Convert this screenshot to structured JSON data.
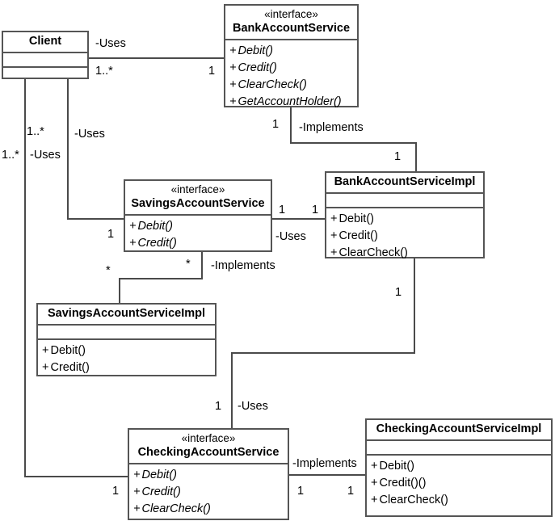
{
  "diagram": {
    "title": "Bank Account Service UML Class Diagram",
    "type": "uml-class-diagram",
    "stereotype_interface": "«interface»",
    "colors": {
      "background": "#ffffff",
      "box_border": "#555555",
      "connector": "#4a4a4a",
      "text": "#000000"
    }
  },
  "classes": {
    "client": {
      "name": "Client",
      "stereotype": "",
      "attributes": [],
      "operations": []
    },
    "bank_account_service": {
      "name": "BankAccountService",
      "stereotype": "«interface»",
      "operations": [
        {
          "vis": "+",
          "sig": "Debit()"
        },
        {
          "vis": "+",
          "sig": "Credit()"
        },
        {
          "vis": "+",
          "sig": "ClearCheck()"
        },
        {
          "vis": "+",
          "sig": "GetAccountHolder()"
        }
      ]
    },
    "savings_account_service": {
      "name": "SavingsAccountService",
      "stereotype": "«interface»",
      "operations": [
        {
          "vis": "+",
          "sig": "Debit()"
        },
        {
          "vis": "+",
          "sig": "Credit()"
        }
      ]
    },
    "bank_account_service_impl": {
      "name": "BankAccountServiceImpl",
      "stereotype": "",
      "attributes": [],
      "operations": [
        {
          "vis": "+",
          "sig": "Debit()"
        },
        {
          "vis": "+",
          "sig": "Credit()"
        },
        {
          "vis": "+",
          "sig": "ClearCheck()"
        }
      ]
    },
    "savings_account_service_impl": {
      "name": "SavingsAccountServiceImpl",
      "stereotype": "",
      "attributes": [],
      "operations": [
        {
          "vis": "+",
          "sig": "Debit()"
        },
        {
          "vis": "+",
          "sig": "Credit()"
        }
      ]
    },
    "checking_account_service": {
      "name": "CheckingAccountService",
      "stereotype": "«interface»",
      "operations": [
        {
          "vis": "+",
          "sig": "Debit()"
        },
        {
          "vis": "+",
          "sig": "Credit()"
        },
        {
          "vis": "+",
          "sig": "ClearCheck()"
        }
      ]
    },
    "checking_account_service_impl": {
      "name": "CheckingAccountServiceImpl",
      "stereotype": "",
      "attributes": [],
      "operations": [
        {
          "vis": "+",
          "sig": "Debit()"
        },
        {
          "vis": "+",
          "sig": "Credit()()"
        },
        {
          "vis": "+",
          "sig": "ClearCheck()"
        }
      ]
    }
  },
  "relationships": [
    {
      "id": "client-uses-bankaccountservice",
      "label": "-Uses",
      "from": "Client",
      "to": "BankAccountService",
      "from_multiplicity": "1..*",
      "to_multiplicity": "1"
    },
    {
      "id": "bankaccountservice-implements-impl",
      "label": "-Implements",
      "from": "BankAccountService",
      "to": "BankAccountServiceImpl",
      "from_multiplicity": "1",
      "to_multiplicity": "1"
    },
    {
      "id": "client-uses-savingsaccountservice",
      "label": "-Uses",
      "from": "Client",
      "to": "SavingsAccountService",
      "from_multiplicity": "1..*",
      "to_multiplicity": "1"
    },
    {
      "id": "client-uses-checkingaccountservice",
      "label": "-Uses",
      "from": "Client",
      "to": "CheckingAccountService",
      "from_multiplicity": "1..*",
      "to_multiplicity": "1"
    },
    {
      "id": "savings-uses-bankaccountserviceimpl",
      "label": "-Uses",
      "from": "SavingsAccountService",
      "to": "BankAccountServiceImpl",
      "from_multiplicity": "1",
      "to_multiplicity": "1"
    },
    {
      "id": "savings-implements-savingsimpl",
      "label": "-Implements",
      "from": "SavingsAccountService",
      "to": "SavingsAccountServiceImpl",
      "from_multiplicity": "*",
      "to_multiplicity": "*"
    },
    {
      "id": "bankaccountserviceimpl-uses-checkingaccountservice",
      "label": "-Uses",
      "from": "BankAccountServiceImpl",
      "to": "CheckingAccountService",
      "from_multiplicity": "1",
      "to_multiplicity": "1"
    },
    {
      "id": "checking-implements-checkingimpl",
      "label": "-Implements",
      "from": "CheckingAccountService",
      "to": "CheckingAccountServiceImpl",
      "from_multiplicity": "1",
      "to_multiplicity": "1"
    }
  ],
  "edge_labels": {
    "uses_client_bank": "-Uses",
    "mult_client_bank_src": "1..*",
    "mult_client_bank_dst": "1",
    "implements_bank": "-Implements",
    "mult_bank_impl_src": "1",
    "mult_bank_impl_dst": "1",
    "uses_client_savings": "-Uses",
    "mult_client_savings_src": "1..*",
    "mult_client_savings_dst": "1",
    "uses_client_checking": "-Uses",
    "mult_client_checking_src": "1..*",
    "mult_client_checking_dst": "1",
    "uses_savings_bankimpl": "-Uses",
    "mult_savings_bankimpl_src": "1",
    "mult_savings_bankimpl_dst": "1",
    "implements_savings": "-Implements",
    "mult_savings_impl_src": "*",
    "mult_savings_impl_dst": "*",
    "uses_bankimpl_checking": "-Uses",
    "mult_bankimpl_checking_dst": "1",
    "mult_bankimpl_checking_src": "1",
    "implements_checking": "-Implements",
    "mult_checking_impl_src": "1",
    "mult_checking_impl_dst": "1"
  }
}
